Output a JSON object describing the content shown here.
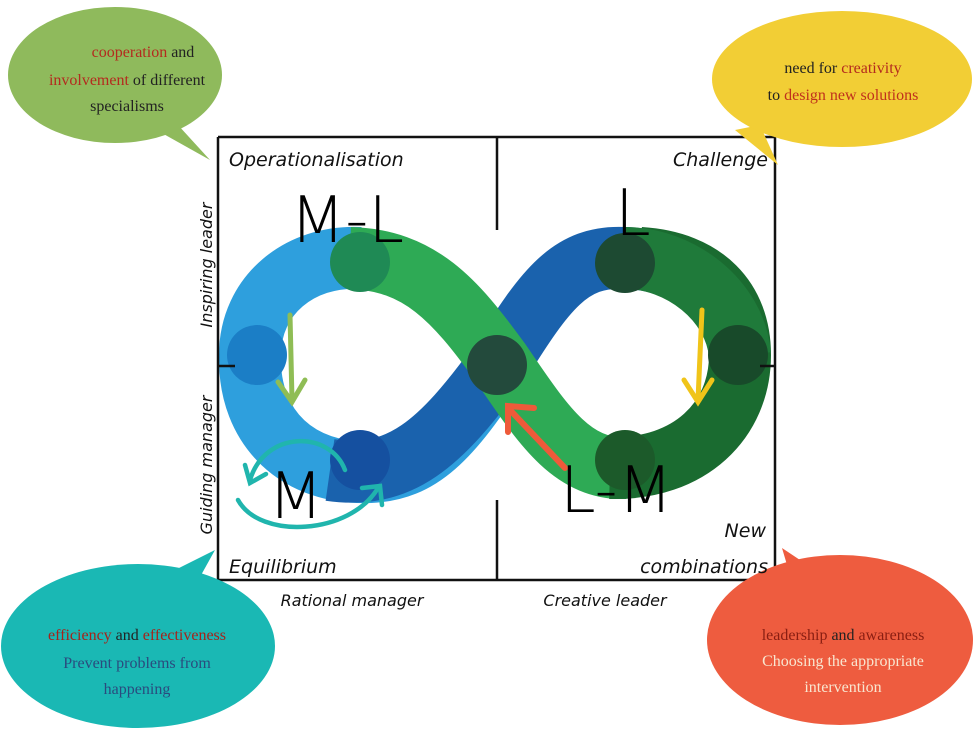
{
  "quadrants": {
    "top_left": "Operationalisation",
    "top_right": "Challenge",
    "bottom_left": "Equilibrium",
    "bottom_right_line1": "New",
    "bottom_right_line2": "combinations"
  },
  "axis_labels": {
    "left_top": "Inspiring leader",
    "left_bottom": "Guiding manager",
    "bottom_left": "Rational manager",
    "bottom_right": "Creative leader"
  },
  "stage_labels": {
    "top_left": "M-L",
    "top_right": "L",
    "bottom_left": "M",
    "bottom_right": "L-M"
  },
  "bubbles": {
    "top_left": {
      "line1_red": "cooperation",
      "line1_black": " and",
      "line2_red": "involvement",
      "line2_black": " of different",
      "line3": "specialisms"
    },
    "top_right": {
      "line1_black": "need for ",
      "line1_red": "creativity",
      "line2_black": "to ",
      "line2_red": "design new solutions"
    },
    "bottom_left": {
      "line1_red_a": "efficiency",
      "line1_black": " and ",
      "line1_red_b": "effectiveness",
      "line2": "Prevent problems from",
      "line3": "happening"
    },
    "bottom_right": {
      "line1_red_a": "leadership",
      "line1_black": " and ",
      "line1_red_b": "awareness",
      "line2": "Choosing the appropriate",
      "line3": "intervention"
    }
  },
  "colors": {
    "bubble_green": "#8fba5c",
    "bubble_yellow": "#f2ce35",
    "bubble_teal": "#1ab8b4",
    "bubble_orange": "#ee5c3f",
    "loop_light_blue": "#2e9fdd",
    "loop_blue": "#1a62ad",
    "loop_green": "#2eaa55",
    "loop_dark_green": "#1a6b30",
    "arrow_yellow": "#f0c419",
    "arrow_red": "#ee5a3a",
    "arrow_teal": "#20b5ad",
    "arrow_olive": "#8fbd55",
    "text_red": "#b42a1e"
  }
}
